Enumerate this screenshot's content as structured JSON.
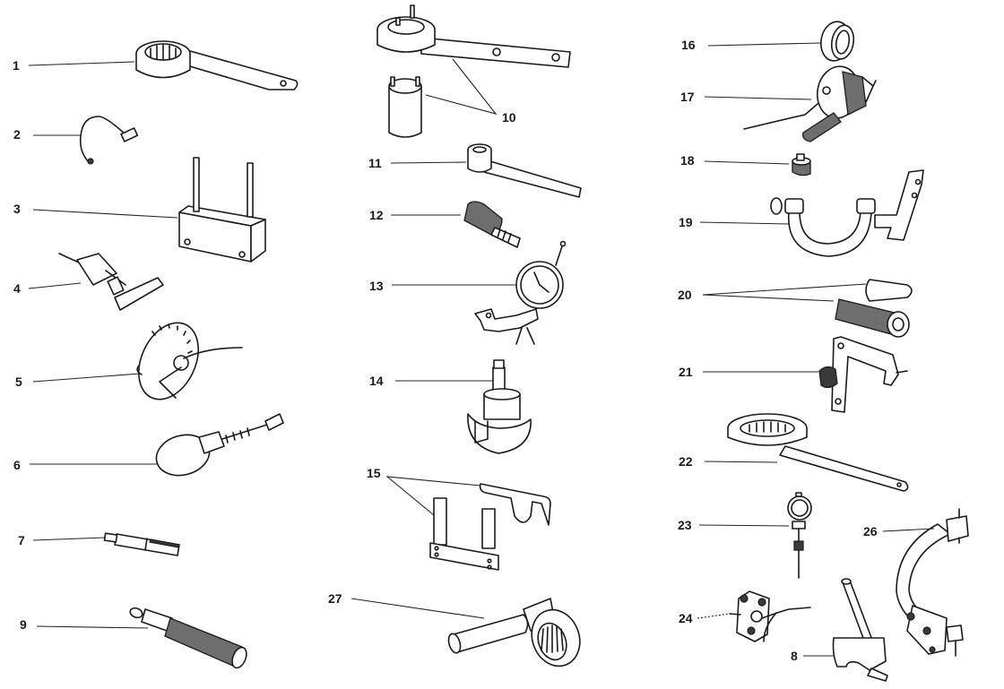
{
  "title": "Special service tools",
  "colors": {
    "line": "#1a1a1a",
    "background": "#ffffff"
  },
  "labels": [
    {
      "id": "1",
      "text": "1",
      "tool": "ring-spanner-wrench"
    },
    {
      "id": "2",
      "text": "2",
      "tool": "hook-tool"
    },
    {
      "id": "3",
      "text": "3",
      "tool": "stud-plate-fixture"
    },
    {
      "id": "4",
      "text": "4",
      "tool": "slide-hammer-extractor"
    },
    {
      "id": "5",
      "text": "5",
      "tool": "degree-wheel"
    },
    {
      "id": "6",
      "text": "6",
      "tool": "strap-wrench"
    },
    {
      "id": "7",
      "text": "7",
      "tool": "drift-pin"
    },
    {
      "id": "8",
      "text": "8",
      "tool": "valve-spring-compressor"
    },
    {
      "id": "9",
      "text": "9",
      "tool": "knurled-drift"
    },
    {
      "id": "10",
      "text": "10",
      "tool": "pin-spanner-and-socket"
    },
    {
      "id": "11",
      "text": "11",
      "tool": "socket-wrench"
    },
    {
      "id": "12",
      "text": "12",
      "tool": "threaded-knurled-adapter"
    },
    {
      "id": "13",
      "text": "13",
      "tool": "dial-gauge-with-bracket"
    },
    {
      "id": "14",
      "text": "14",
      "tool": "puller-body"
    },
    {
      "id": "15",
      "text": "15",
      "tool": "timing-gauge-plates"
    },
    {
      "id": "16",
      "text": "16",
      "tool": "sealing-ring-installer"
    },
    {
      "id": "17",
      "text": "17",
      "tool": "flywheel-puller"
    },
    {
      "id": "18",
      "text": "18",
      "tool": "knurled-nut"
    },
    {
      "id": "19",
      "text": "19",
      "tool": "c-clamp-support"
    },
    {
      "id": "20",
      "text": "20",
      "tool": "pin-drivers"
    },
    {
      "id": "21",
      "text": "21",
      "tool": "bracket-with-knob"
    },
    {
      "id": "22",
      "text": "22",
      "tool": "ring-nut-spanner"
    },
    {
      "id": "23",
      "text": "23",
      "tool": "bore-gauge"
    },
    {
      "id": "24",
      "text": "24",
      "tool": "holder-plate-with-lever"
    },
    {
      "id": "26",
      "text": "26",
      "tool": "semicircular-support"
    },
    {
      "id": "27",
      "text": "27",
      "tool": "ratchet-handle"
    }
  ]
}
